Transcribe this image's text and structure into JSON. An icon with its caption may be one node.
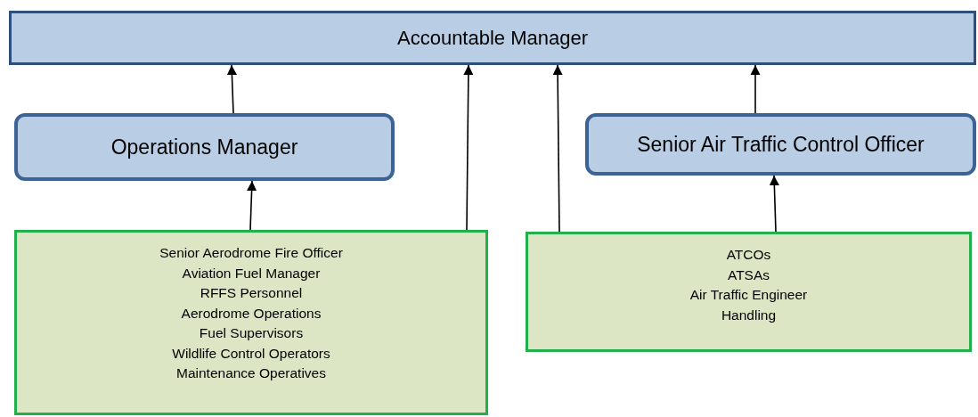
{
  "diagram": {
    "nodes": [
      {
        "text": [
          "Accountable Manager"
        ]
      },
      {
        "text": [
          "Operations Manager"
        ]
      },
      {
        "text": [
          "Senior Air Traffic Control Officer"
        ]
      },
      {
        "text": [
          "Senior Aerodrome Fire Officer",
          "Aviation Fuel Manager",
          "RFFS Personnel",
          "Aerodrome Operations",
          "Fuel Supervisors",
          "Wildlife Control Operators",
          "Maintenance Operatives"
        ]
      },
      {
        "text": [
          "ATCOs",
          "ATSAs",
          "Air Traffic Engineer",
          "Handling"
        ]
      }
    ],
    "edges": [
      {
        "from": 1,
        "to": 0,
        "arrow": "to"
      },
      {
        "from": 3,
        "to": 1,
        "arrow": "to"
      },
      {
        "from": 3,
        "to": 0,
        "arrow": "to"
      },
      {
        "from": 4,
        "to": 0,
        "arrow": "to"
      },
      {
        "from": 2,
        "to": 0,
        "arrow": "to"
      },
      {
        "from": 4,
        "to": 2,
        "arrow": "to"
      }
    ]
  }
}
